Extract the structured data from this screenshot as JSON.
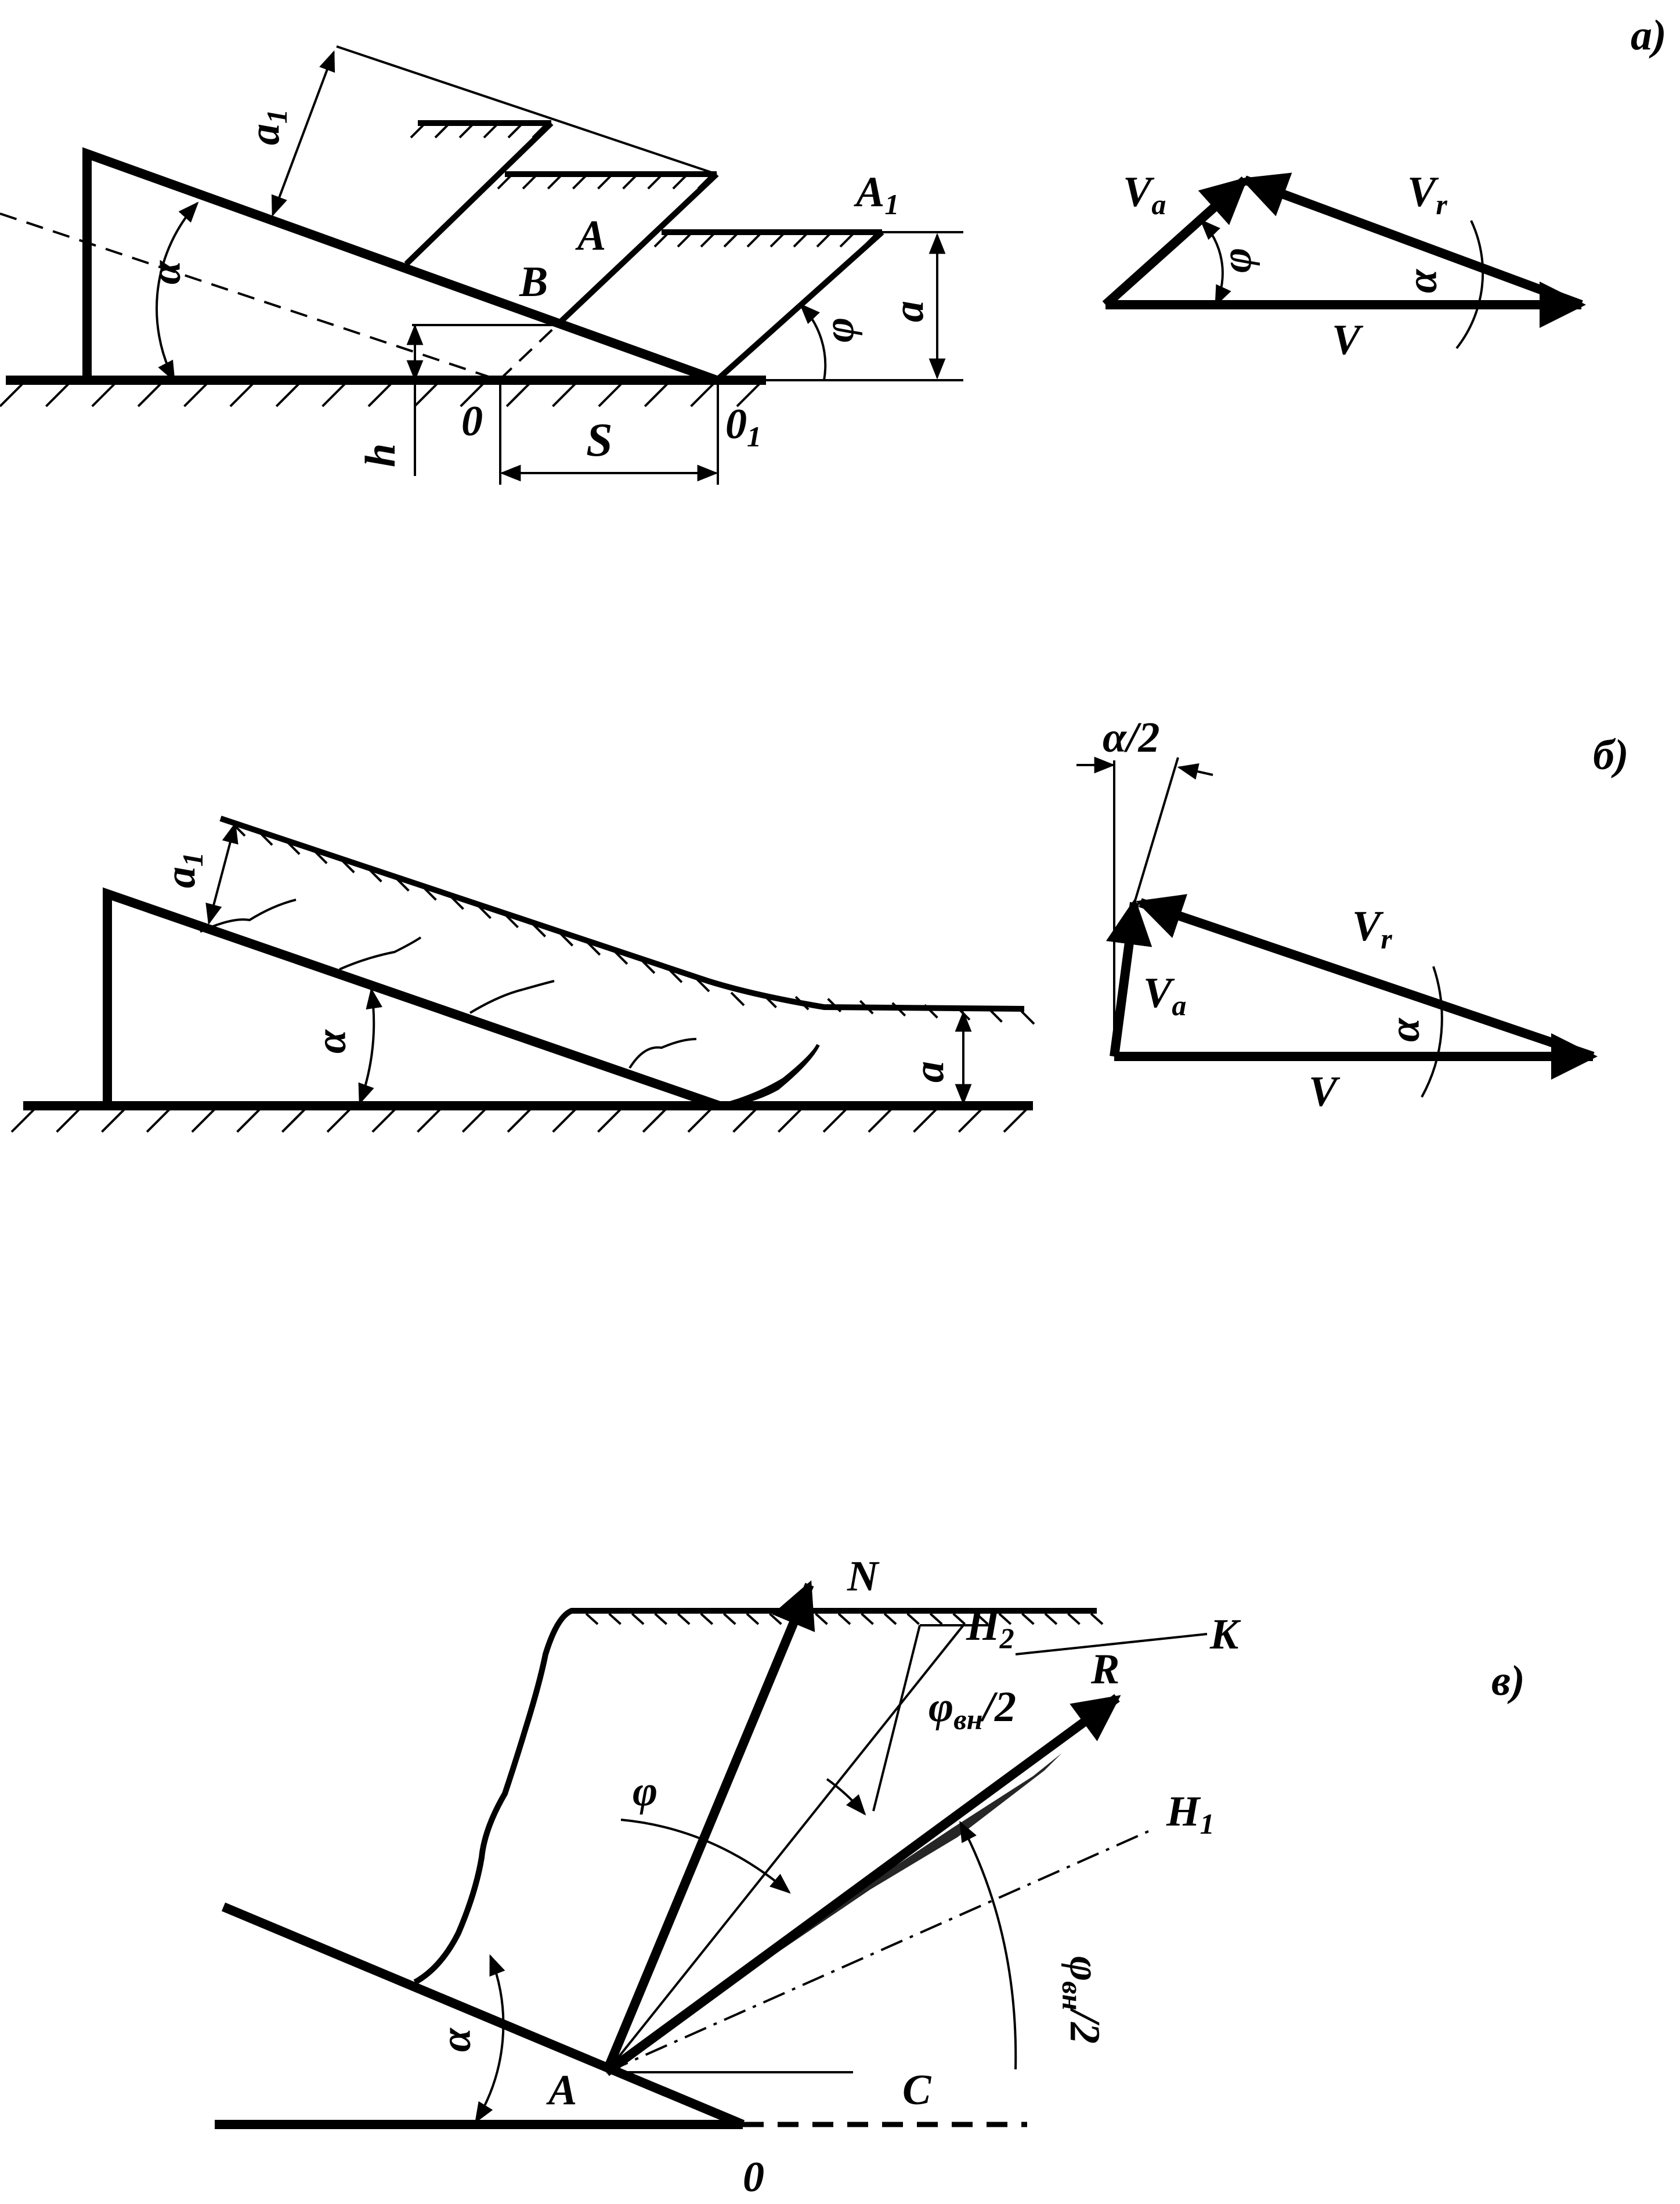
{
  "panels": {
    "a": {
      "tag": "а)",
      "labels": {
        "a1": "a",
        "a1_sub": "1",
        "alpha": "α",
        "A": "A",
        "A1": "A",
        "A1_sub": "1",
        "B": "B",
        "phi": "φ",
        "a": "a",
        "h": "h",
        "O": "0",
        "S": "S",
        "O1": "0",
        "O1_sub": "1"
      },
      "velocity": {
        "Va": "V",
        "Va_sub": "a",
        "Vr": "V",
        "Vr_sub": "r",
        "V": "V",
        "phi": "φ",
        "alpha": "α"
      }
    },
    "b": {
      "tag": "б)",
      "labels": {
        "a1": "a",
        "a1_sub": "1",
        "alpha": "α",
        "a": "a"
      },
      "velocity": {
        "half_alpha": "α/2",
        "Vr": "V",
        "Vr_sub": "r",
        "Va": "V",
        "Va_sub": "a",
        "alpha": "α",
        "V": "V"
      }
    },
    "c": {
      "tag": "в)",
      "labels": {
        "N": "N",
        "H2": "H",
        "H2_sub": "2",
        "R": "R",
        "phi_half": "φ",
        "phi_half_sub": "вн",
        "phi_half_suffix": "/2",
        "K": "K",
        "phi": "φ",
        "H1": "H",
        "H1_sub": "1",
        "phi_vn": "φ",
        "phi_vn_sub": "вн",
        "phi_vn_suffix": "/2",
        "alpha": "α",
        "A": "A",
        "C": "C",
        "O": "0"
      }
    }
  }
}
